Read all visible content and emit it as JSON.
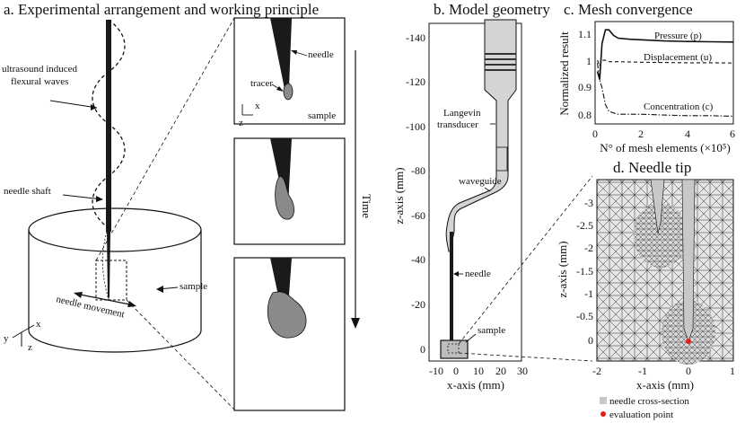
{
  "panel_a": {
    "title": "a. Experimental arrangement and working principle",
    "labels": {
      "waves_line1": "ultrasound induced",
      "waves_line2": "flexural waves",
      "needle_shaft": "needle shaft",
      "sample": "sample",
      "needle_movement": "needle movement",
      "axis_x": "x",
      "axis_y": "y",
      "axis_z": "z",
      "inset_needle": "needle",
      "inset_tracer": "tracer",
      "inset_sample": "sample",
      "inset_axis_x": "x",
      "inset_axis_z": "z",
      "time": "Time"
    }
  },
  "panel_b": {
    "title": "b. Model geometry",
    "ylabel": "z-axis (mm)",
    "xlabel": "x-axis (mm)",
    "yticks": [
      "-140",
      "-120",
      "-100",
      "-80",
      "-60",
      "-40",
      "-20",
      "0"
    ],
    "xticks": [
      "-10",
      "0",
      "10",
      "20",
      "30"
    ],
    "labels": {
      "transducer_line1": "Langevin",
      "transducer_line2": "transducer",
      "waveguide": "waveguide",
      "needle": "needle",
      "sample": "sample"
    }
  },
  "panel_c": {
    "title": "c. Mesh convergence",
    "ylabel": "Normalized result",
    "xlabel": "N° of mesh elements (×10⁵)",
    "yticks": [
      "1.1",
      "1",
      "0.9",
      "0.8"
    ],
    "xticks": [
      "0",
      "2",
      "4",
      "6"
    ],
    "series_labels": {
      "pressure": "Pressure (p)",
      "displacement": "Displacement (u)",
      "concentration": "Concentration (c)"
    }
  },
  "panel_d": {
    "title": "d. Needle tip",
    "ylabel": "z-axis (mm)",
    "xlabel": "x-axis (mm)",
    "yticks": [
      "-3",
      "-2.5",
      "-2",
      "-1.5",
      "-1",
      "-0.5",
      "0"
    ],
    "xticks": [
      "-2",
      "-1",
      "0",
      "1"
    ],
    "legend": {
      "needle": "needle cross-section",
      "point": "evaluation point"
    },
    "colors": {
      "needle": "#c8c8c8",
      "point": "#e0201b"
    }
  },
  "chart_data": {
    "type": "line",
    "title": "c. Mesh convergence",
    "xlabel": "N° of mesh elements (×10⁵)",
    "ylabel": "Normalized result",
    "xlim": [
      0,
      6
    ],
    "ylim": [
      0.77,
      1.14
    ],
    "series": [
      {
        "name": "Pressure (p)",
        "style": "solid",
        "x": [
          0.1,
          0.2,
          0.3,
          0.45,
          0.6,
          0.8,
          1.0,
          1.5,
          2,
          3,
          4,
          5,
          6
        ],
        "y": [
          0.96,
          0.93,
          1.06,
          1.11,
          1.11,
          1.09,
          1.08,
          1.076,
          1.074,
          1.07,
          1.068,
          1.067,
          1.066
        ]
      },
      {
        "name": "Displacement (u)",
        "style": "dashed",
        "x": [
          0.1,
          0.2,
          0.3,
          0.45,
          0.6,
          1.0,
          2,
          3,
          4,
          5,
          6
        ],
        "y": [
          1.0,
          0.98,
          1.0,
          1.0,
          0.995,
          0.995,
          0.993,
          0.992,
          0.991,
          0.991,
          0.99
        ]
      },
      {
        "name": "Concentration (c)",
        "style": "dashdot",
        "x": [
          0.1,
          0.2,
          0.3,
          0.45,
          0.6,
          0.8,
          1.0,
          2,
          3,
          4,
          5,
          6
        ],
        "y": [
          0.99,
          0.93,
          0.9,
          0.84,
          0.815,
          0.81,
          0.805,
          0.805,
          0.802,
          0.8,
          0.8,
          0.798
        ]
      }
    ]
  }
}
